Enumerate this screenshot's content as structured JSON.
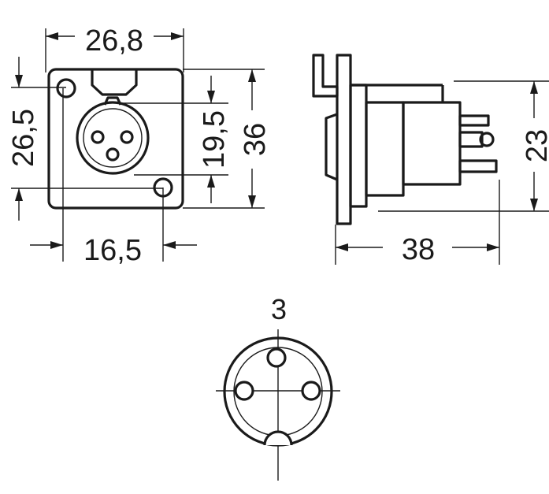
{
  "dimensions": {
    "front_width": "26,8",
    "front_hole_vertical": "26,5",
    "front_hole_horizontal": "16,5",
    "front_inner_height": "19,5",
    "front_height": "36",
    "side_depth": "38",
    "side_height": "23"
  },
  "pin_view": {
    "label": "3"
  }
}
